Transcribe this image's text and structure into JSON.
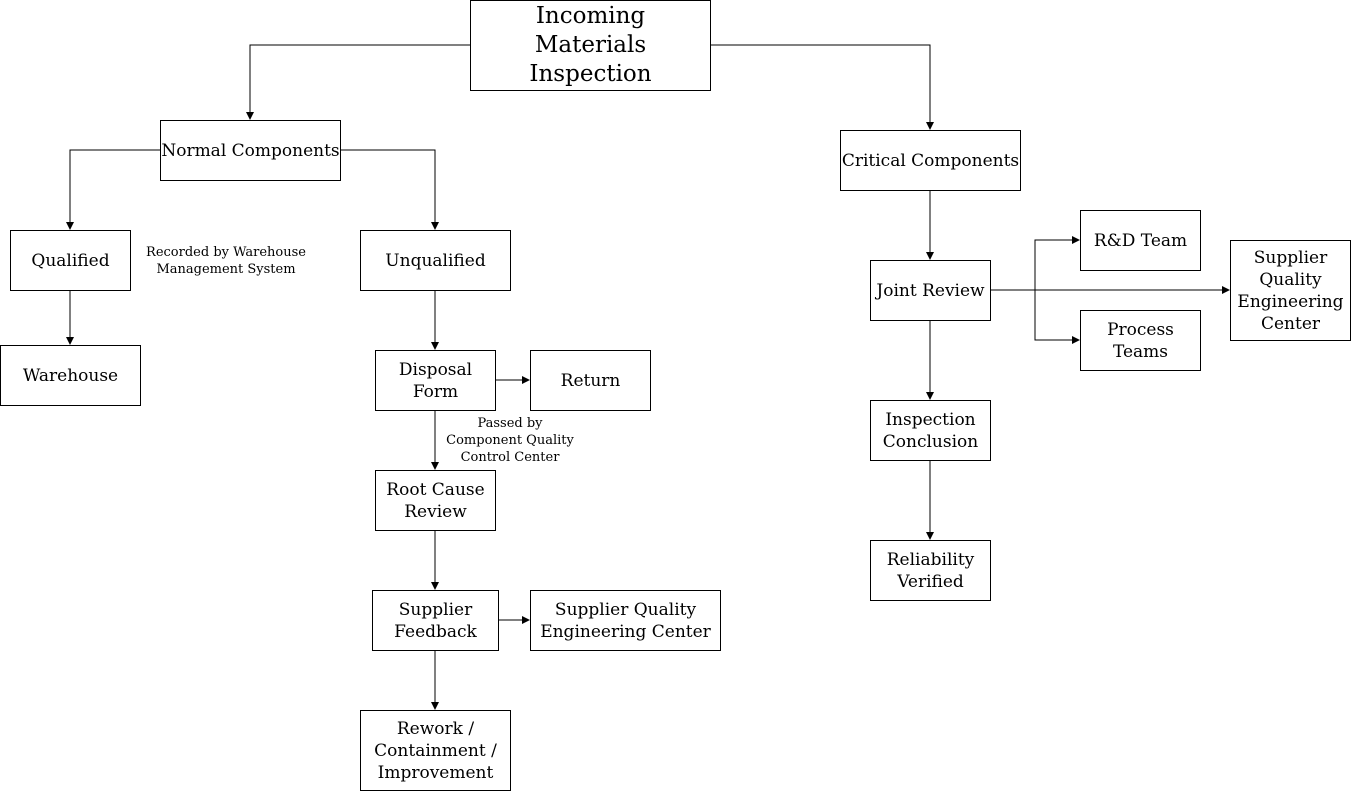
{
  "diagram": {
    "nodes": {
      "incoming_inspection": "Incoming\nMaterials Inspection",
      "normal_components": "Normal Components",
      "critical_components": "Critical Components",
      "qualified": "Qualified",
      "unqualified": "Unqualified",
      "warehouse": "Warehouse",
      "disposal_form": "Disposal\nForm",
      "return": "Return",
      "root_cause_review": "Root Cause\nReview",
      "supplier_feedback": "Supplier\nFeedback",
      "supplier_quality_engineering_center_left": "Supplier Quality\nEngineering Center",
      "rework_containment_improvement": "Rework /\nContainment /\nImprovement",
      "joint_review": "Joint Review",
      "rd_team": "R&D Team",
      "process_teams": "Process\nTeams",
      "supplier_quality_engineering_center_right": "Supplier\nQuality\nEngineering\nCenter",
      "inspection_conclusion": "Inspection\nConclusion",
      "reliability_verified": "Reliability\nVerified"
    },
    "notes": {
      "warehouse_system": "Recorded by Warehouse\nManagement System",
      "quality_control": "Passed by\nComponent Quality\nControl Center"
    },
    "colors": {
      "stroke": "#000000",
      "fill": "#ffffff",
      "background": "#ffffff"
    }
  }
}
